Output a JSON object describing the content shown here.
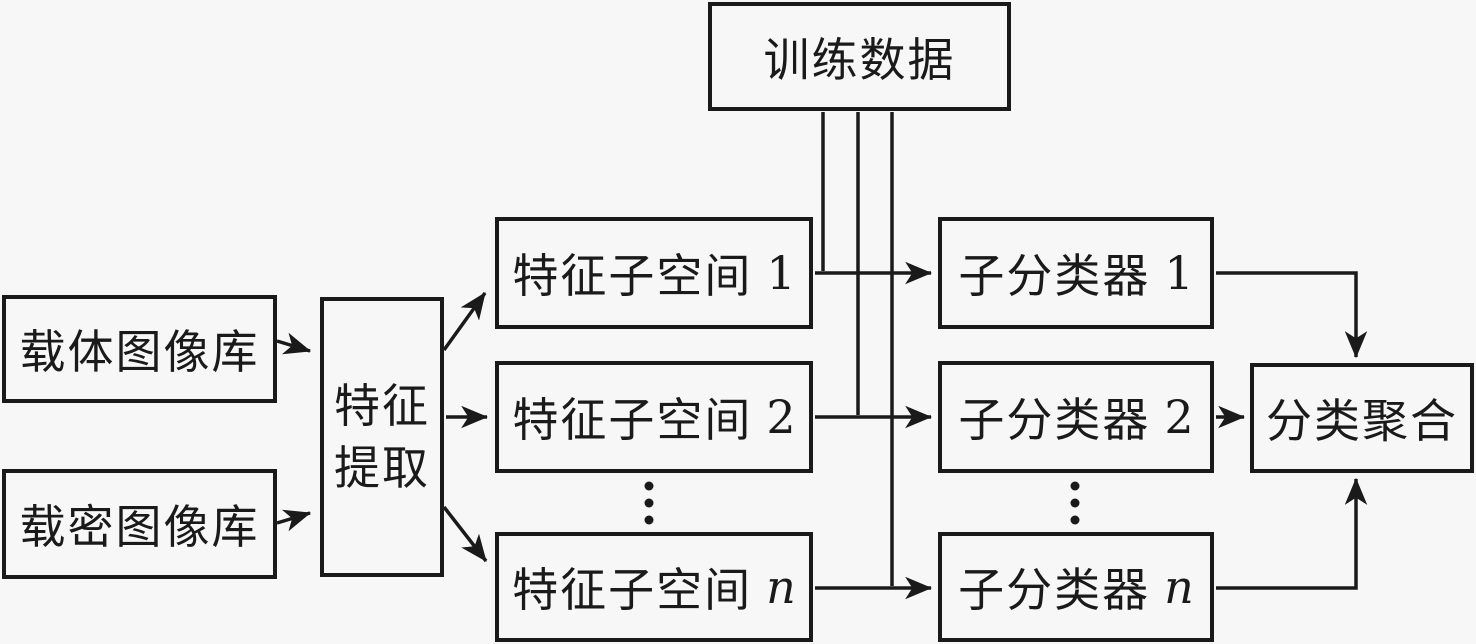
{
  "diagram_type": "flowchart",
  "colors": {
    "background": "#f7f7f7",
    "line": "#1a1a1a",
    "text": "#1a1a1a",
    "node_border": "#1a1a1a",
    "node_fill": "#f7f7f7"
  },
  "nodes": {
    "training_data": {
      "label": "训练数据"
    },
    "cover_library": {
      "label": "载体图像库"
    },
    "stego_library": {
      "label": "载密图像库"
    },
    "feature_extraction": {
      "line1": "特征",
      "line2": "提取"
    },
    "subspace_1": {
      "label": "特征子空间",
      "index": "1"
    },
    "subspace_2": {
      "label": "特征子空间",
      "index": "2"
    },
    "subspace_n": {
      "label": "特征子空间",
      "index": "n"
    },
    "classifier_1": {
      "label": "子分类器",
      "index": "1"
    },
    "classifier_2": {
      "label": "子分类器",
      "index": "2"
    },
    "classifier_n": {
      "label": "子分类器",
      "index": "n"
    },
    "aggregation": {
      "label": "分类聚合"
    }
  },
  "edges": [
    {
      "from": "cover_library",
      "to": "feature_extraction"
    },
    {
      "from": "stego_library",
      "to": "feature_extraction"
    },
    {
      "from": "feature_extraction",
      "to": "subspace_1"
    },
    {
      "from": "feature_extraction",
      "to": "subspace_2"
    },
    {
      "from": "feature_extraction",
      "to": "subspace_n"
    },
    {
      "from": "training_data",
      "to": "classifier_1"
    },
    {
      "from": "training_data",
      "to": "classifier_2"
    },
    {
      "from": "training_data",
      "to": "classifier_n"
    },
    {
      "from": "subspace_1",
      "to": "classifier_1"
    },
    {
      "from": "subspace_2",
      "to": "classifier_2"
    },
    {
      "from": "subspace_n",
      "to": "classifier_n"
    },
    {
      "from": "classifier_1",
      "to": "aggregation"
    },
    {
      "from": "classifier_2",
      "to": "aggregation"
    },
    {
      "from": "classifier_n",
      "to": "aggregation"
    }
  ]
}
